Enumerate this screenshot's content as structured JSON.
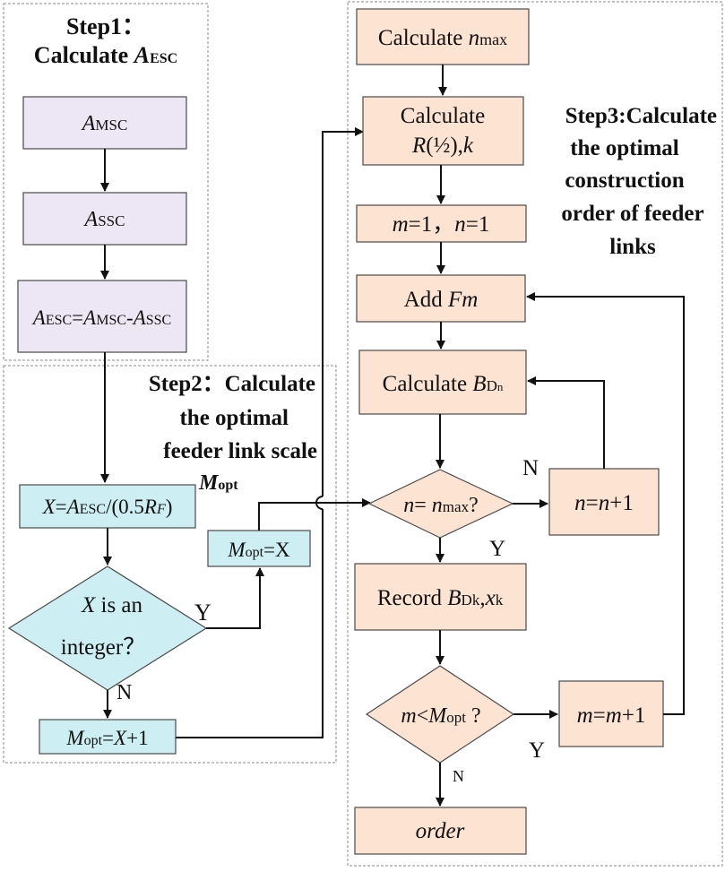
{
  "step1": {
    "title_line1": "Step1：",
    "title_line2_prefix": "Calculate ",
    "title_line2_var": "A",
    "title_line2_sub": "ESC",
    "box_a_msc": {
      "var": "A",
      "sub": "MSC"
    },
    "box_a_ssc": {
      "var": "A",
      "sub": "SSC"
    },
    "box_formula": {
      "v1": "A",
      "s1": "ESC",
      "eq": "=",
      "v2": "A",
      "s2": "MSC",
      "minus": "-",
      "v3": "A",
      "s3": "SSC"
    }
  },
  "step2": {
    "title_line1": "Step2：Calculate",
    "title_line2": "the optimal",
    "title_line3": "feeder link scale",
    "title_var": "M",
    "title_sub": "opt",
    "box_x": {
      "v1": "X",
      "eq": "=",
      "v2": "A",
      "s2": "ESC",
      "mid": "/(0.5",
      "v3": "R",
      "s3": "F",
      "end": ")"
    },
    "decision_line1_var": "X",
    "decision_line1_rest": " is an",
    "decision_line2": "integer？",
    "box_mopt_x": {
      "v": "M",
      "s": "opt",
      "rest": "=X"
    },
    "box_mopt_x1": {
      "v": "M",
      "s": "opt",
      "eq": "=",
      "v2": "X",
      "rest": "+1"
    },
    "label_y": "Y",
    "label_n": "N"
  },
  "step3": {
    "title_line1": "Step3:Calculate",
    "title_line2": "the optimal",
    "title_line3": "construction",
    "title_line4": "order of feeder",
    "title_line5": "links",
    "box_nmax": {
      "prefix": "Calculate ",
      "v": "n",
      "s": "max"
    },
    "box_rk": {
      "line1": "Calculate",
      "v1": "R",
      "mid": "(½),",
      "v2": "k"
    },
    "box_mn": {
      "v1": "m",
      "mid": "=1，",
      "v2": "n",
      "end": "=1"
    },
    "box_add": {
      "prefix": "Add ",
      "v": "Fm"
    },
    "box_bdn": {
      "prefix": "Calculate ",
      "v": "B",
      "s": "D",
      "ss": "n"
    },
    "decision_n": {
      "v1": "n",
      "eq": "= ",
      "v2": "n",
      "s": "max",
      "q": "?"
    },
    "box_n1": {
      "v1": "n",
      "eq": "=",
      "v2": "n",
      "rest": "+1"
    },
    "box_record": {
      "prefix": "Record ",
      "v": "B",
      "s": "Dk",
      "comma": ",",
      "v2": "x",
      "s2": "k"
    },
    "decision_m": {
      "v1": "m",
      "lt": "<",
      "v2": "M",
      "s": "opt",
      "q": " ?"
    },
    "box_m1": {
      "v1": "m",
      "eq": "=",
      "v2": "m",
      "rest": "+1"
    },
    "box_order": "order",
    "label_n_top": "N",
    "label_y_mid": "Y",
    "label_y_bottom": "Y",
    "label_n_bottom": "N"
  },
  "colors": {
    "purple_fill": "#ece6f5",
    "blue_fill": "#cdeef3",
    "peach_fill": "#fde3d2"
  }
}
